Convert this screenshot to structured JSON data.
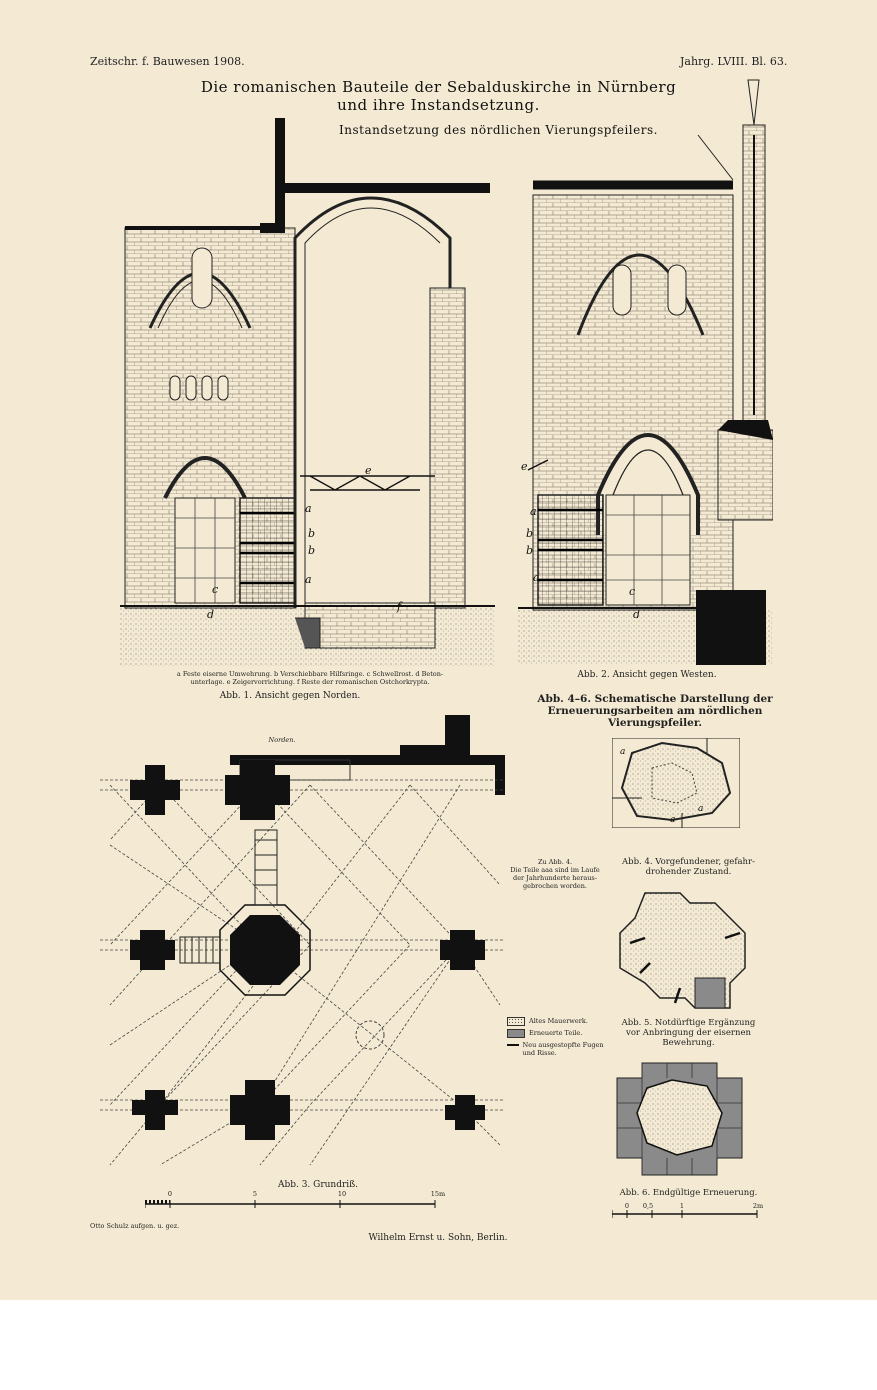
{
  "header": {
    "journal": "Zeitschr. f. Bauwesen 1908.",
    "volume": "Jahrg. LVIII. Bl. 63.",
    "title_line1": "Die romanischen Bauteile der Sebalduskirche in Nürnberg",
    "title_line2": "und ihre Instandsetzung.",
    "subtitle": "Instandsetzung des nördlichen Vierungspfeilers."
  },
  "fig1": {
    "legend_line1": "a Feste eiserne Umwehrung. b Verschiebbare Hilfsringe. c Schwellrost. d Beton-",
    "legend_line2": "unterlage. e Zeigervorrichtung. f Reste der romanischen Ostchorkrypta.",
    "caption": "Abb. 1. Ansicht gegen Norden.",
    "labels": [
      "a",
      "b",
      "b",
      "a",
      "c",
      "d",
      "e",
      "f"
    ]
  },
  "fig2": {
    "caption": "Abb. 2. Ansicht gegen Westen.",
    "labels": [
      "e",
      "a",
      "b",
      "b",
      "a",
      "c",
      "d"
    ]
  },
  "fig3": {
    "north_label": "Norden.",
    "caption": "Abb. 3. Grundriß.",
    "scale_ticks": [
      "0",
      "5",
      "10",
      "15m"
    ]
  },
  "fig46": {
    "heading_line1": "Abb. 4–6. Schematische Darstellung der",
    "heading_line2": "Erneuerungsarbeiten am nördlichen",
    "heading_line3": "Vierungspfeiler.",
    "note_line1": "Zu Abb. 4.",
    "note_line2": "Die Teile aaa sind im Laufe",
    "note_line3": "der Jahrhunderte heraus-",
    "note_line4": "gebrochen worden.",
    "fig4_line1": "Abb. 4. Vorgefundener, gefahr-",
    "fig4_line2": "drohender Zustand.",
    "fig5_line1": "Abb. 5. Notdürftige Ergänzung",
    "fig5_line2": "vor Anbringung der eisernen",
    "fig5_line3": "Bewehrung.",
    "fig6_caption": "Abb. 6. Endgültige Erneuerung.",
    "legend": [
      {
        "label": "Altes Mauerwerk."
      },
      {
        "label": "Erneuerte Teile."
      },
      {
        "label": "Neu ausgestopfte Fugen und Risse."
      }
    ],
    "scale_ticks": [
      "0",
      "0,5",
      "1",
      "2m"
    ]
  },
  "footer": {
    "author": "Otto Schulz aufgen. u. gez.",
    "publisher": "Wilhelm Ernst u. Sohn, Berlin."
  },
  "colors": {
    "paper": "#f4ead3",
    "ink": "#111111",
    "renewed": "#8a8a8a"
  }
}
